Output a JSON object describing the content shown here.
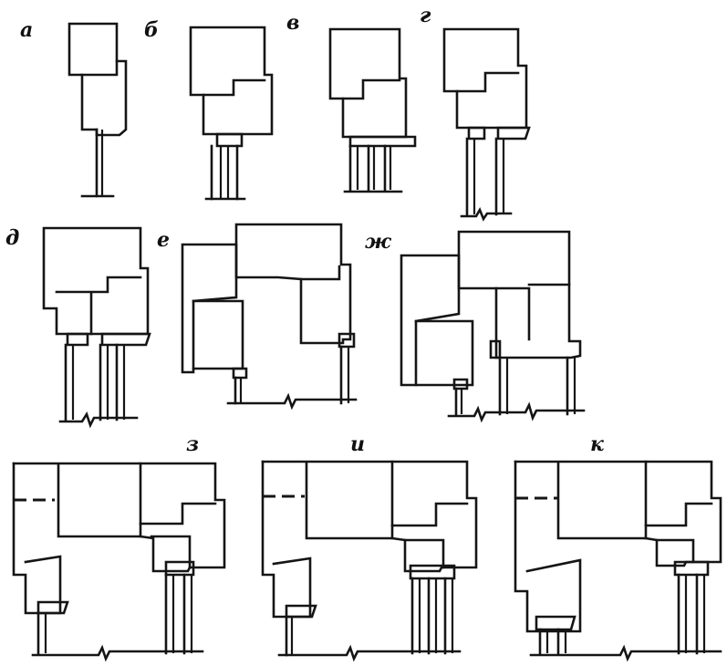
{
  "figure": {
    "labels": {
      "a": "а",
      "b": "б",
      "v": "в",
      "g": "г",
      "d": "д",
      "e": "е",
      "zh": "ж",
      "z": "з",
      "i": "и",
      "k": "к"
    }
  }
}
